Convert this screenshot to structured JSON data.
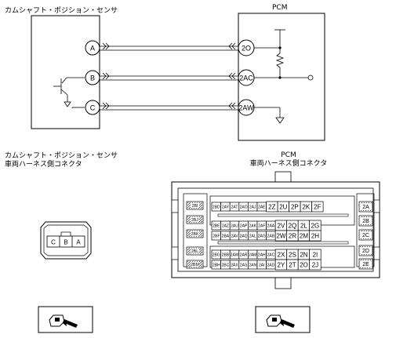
{
  "sensor": {
    "title": "カムシャフト・ポジション・センサ",
    "pins": [
      "A",
      "B",
      "C"
    ]
  },
  "pcm": {
    "title": "PCM",
    "pins": [
      "2O",
      "2AC",
      "2AW"
    ]
  },
  "harness": {
    "sensor_label_line1": "カムシャフト・ポジション・センサ",
    "sensor_label_line2": "車両ハーネス側コネクタ",
    "pcm_label_line1": "PCM",
    "pcm_label_line2": "車両ハーネス側コネクタ"
  },
  "small_connector": {
    "cells": [
      "C",
      "B",
      "A"
    ]
  },
  "pcm_connector": {
    "left_side": [
      "2BI",
      "2BJ",
      "2BK",
      "2BL",
      "2BM"
    ],
    "right_side": [
      "2A",
      "2B",
      "2C",
      "2D",
      "2E"
    ],
    "rows": [
      {
        "small": [
          "2BD",
          "2AY",
          "2AT",
          "2AO",
          "2AJ",
          "2AE"
        ],
        "large": [
          "2Z",
          "2U",
          "2P",
          "2K",
          "2F"
        ]
      },
      {
        "small": [
          "2BE",
          "2AZ",
          "2AU",
          "2AP",
          "2AK",
          "2AF",
          "2AA"
        ],
        "large": [
          "2V",
          "2Q",
          "2L",
          "2G"
        ]
      },
      {
        "small": [
          "2BF",
          "2BA",
          "2AV",
          "2AQ",
          "2AL",
          "2AG",
          "2AB"
        ],
        "large": [
          "2W",
          "2R",
          "2M",
          "2H"
        ]
      },
      {
        "small": [
          "2BG",
          "2BB",
          "2AW",
          "2AR",
          "2AM",
          "2AH",
          "2AC"
        ],
        "large": [
          "2X",
          "2S",
          "2N",
          "2I"
        ]
      },
      {
        "small": [
          "2BH",
          "2BC",
          "2AX",
          "2AS",
          "2AN",
          "2AI",
          "2AD"
        ],
        "large": [
          "2Y",
          "2T",
          "2O",
          "2J"
        ]
      }
    ]
  }
}
